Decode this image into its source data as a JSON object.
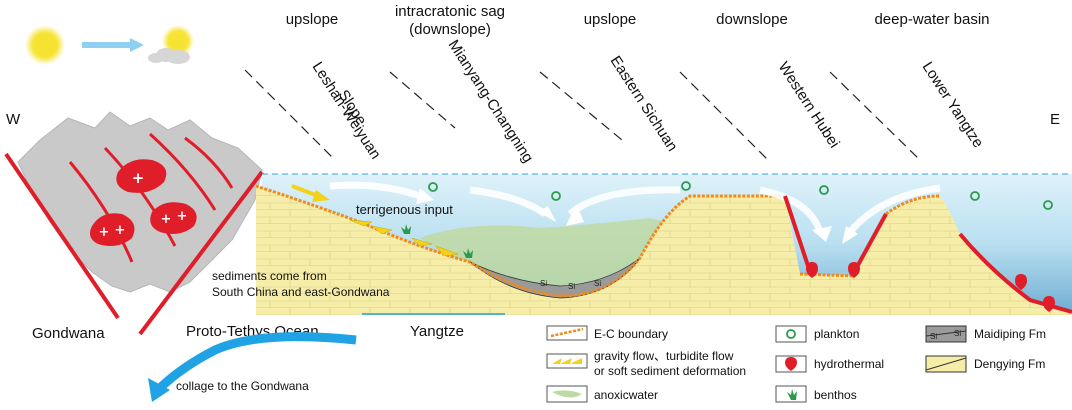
{
  "zones": {
    "upslope_1": "upslope",
    "sag_line1": "intracratonic sag",
    "sag_line2": "(downslope)",
    "upslope_2": "upslope",
    "downslope": "downslope",
    "deep_basin": "deep-water basin"
  },
  "regions": {
    "leshan_1": "Leshan-Weiyuan",
    "leshan_2": "Slope",
    "mianyang": "Mianyang-Changning",
    "eastern_sichuan": "Eastern Sichuan",
    "western_hubei": "Western Hubei",
    "lower_yangtze": "Lower Yangtze"
  },
  "compass": {
    "west": "W",
    "east": "E"
  },
  "annotations": {
    "terrigenous": "terrigenous input",
    "sediments_1": "sediments come from",
    "sediments_2": "South China and east-Gondwana",
    "gondwana": "Gondwana",
    "proto_tethys": "Proto-Tethys Ocean",
    "yangtze": "Yangtze",
    "collage": "collage to the Gondwana",
    "si": "Si"
  },
  "legend": {
    "ec_boundary": "E-C boundary",
    "gravity_1": "gravity flow、turbidite flow",
    "gravity_2": "or soft sediment deformation",
    "anoxic": "anoxicwater",
    "plankton": "plankton",
    "hydrothermal": "hydrothermal",
    "benthos": "benthos",
    "maidiping": "Maidiping Fm",
    "dengying": "Dengying Fm"
  },
  "icons": {
    "sun": "sun-icon",
    "sun_cloud": "sun-behind-cloud-icon",
    "plankton": "plankton-icon",
    "hydrothermal": "hydrothermal-vent-icon",
    "benthos": "benthos-icon"
  },
  "colors": {
    "sea_surface": "#cdeaf5",
    "sea_deep": "#7fb9d8",
    "dengying": "#f6eea8",
    "anoxic": "#bfd9a2",
    "fault": "#e01e2a",
    "boundary": "#f08a1e",
    "gondwana": "#c9c9c9",
    "ocean_arrow": "#1fa3e4",
    "sun": "#f7e53a",
    "gravity_flow": "#f3d21a",
    "plankton": "#2b9a4a"
  }
}
